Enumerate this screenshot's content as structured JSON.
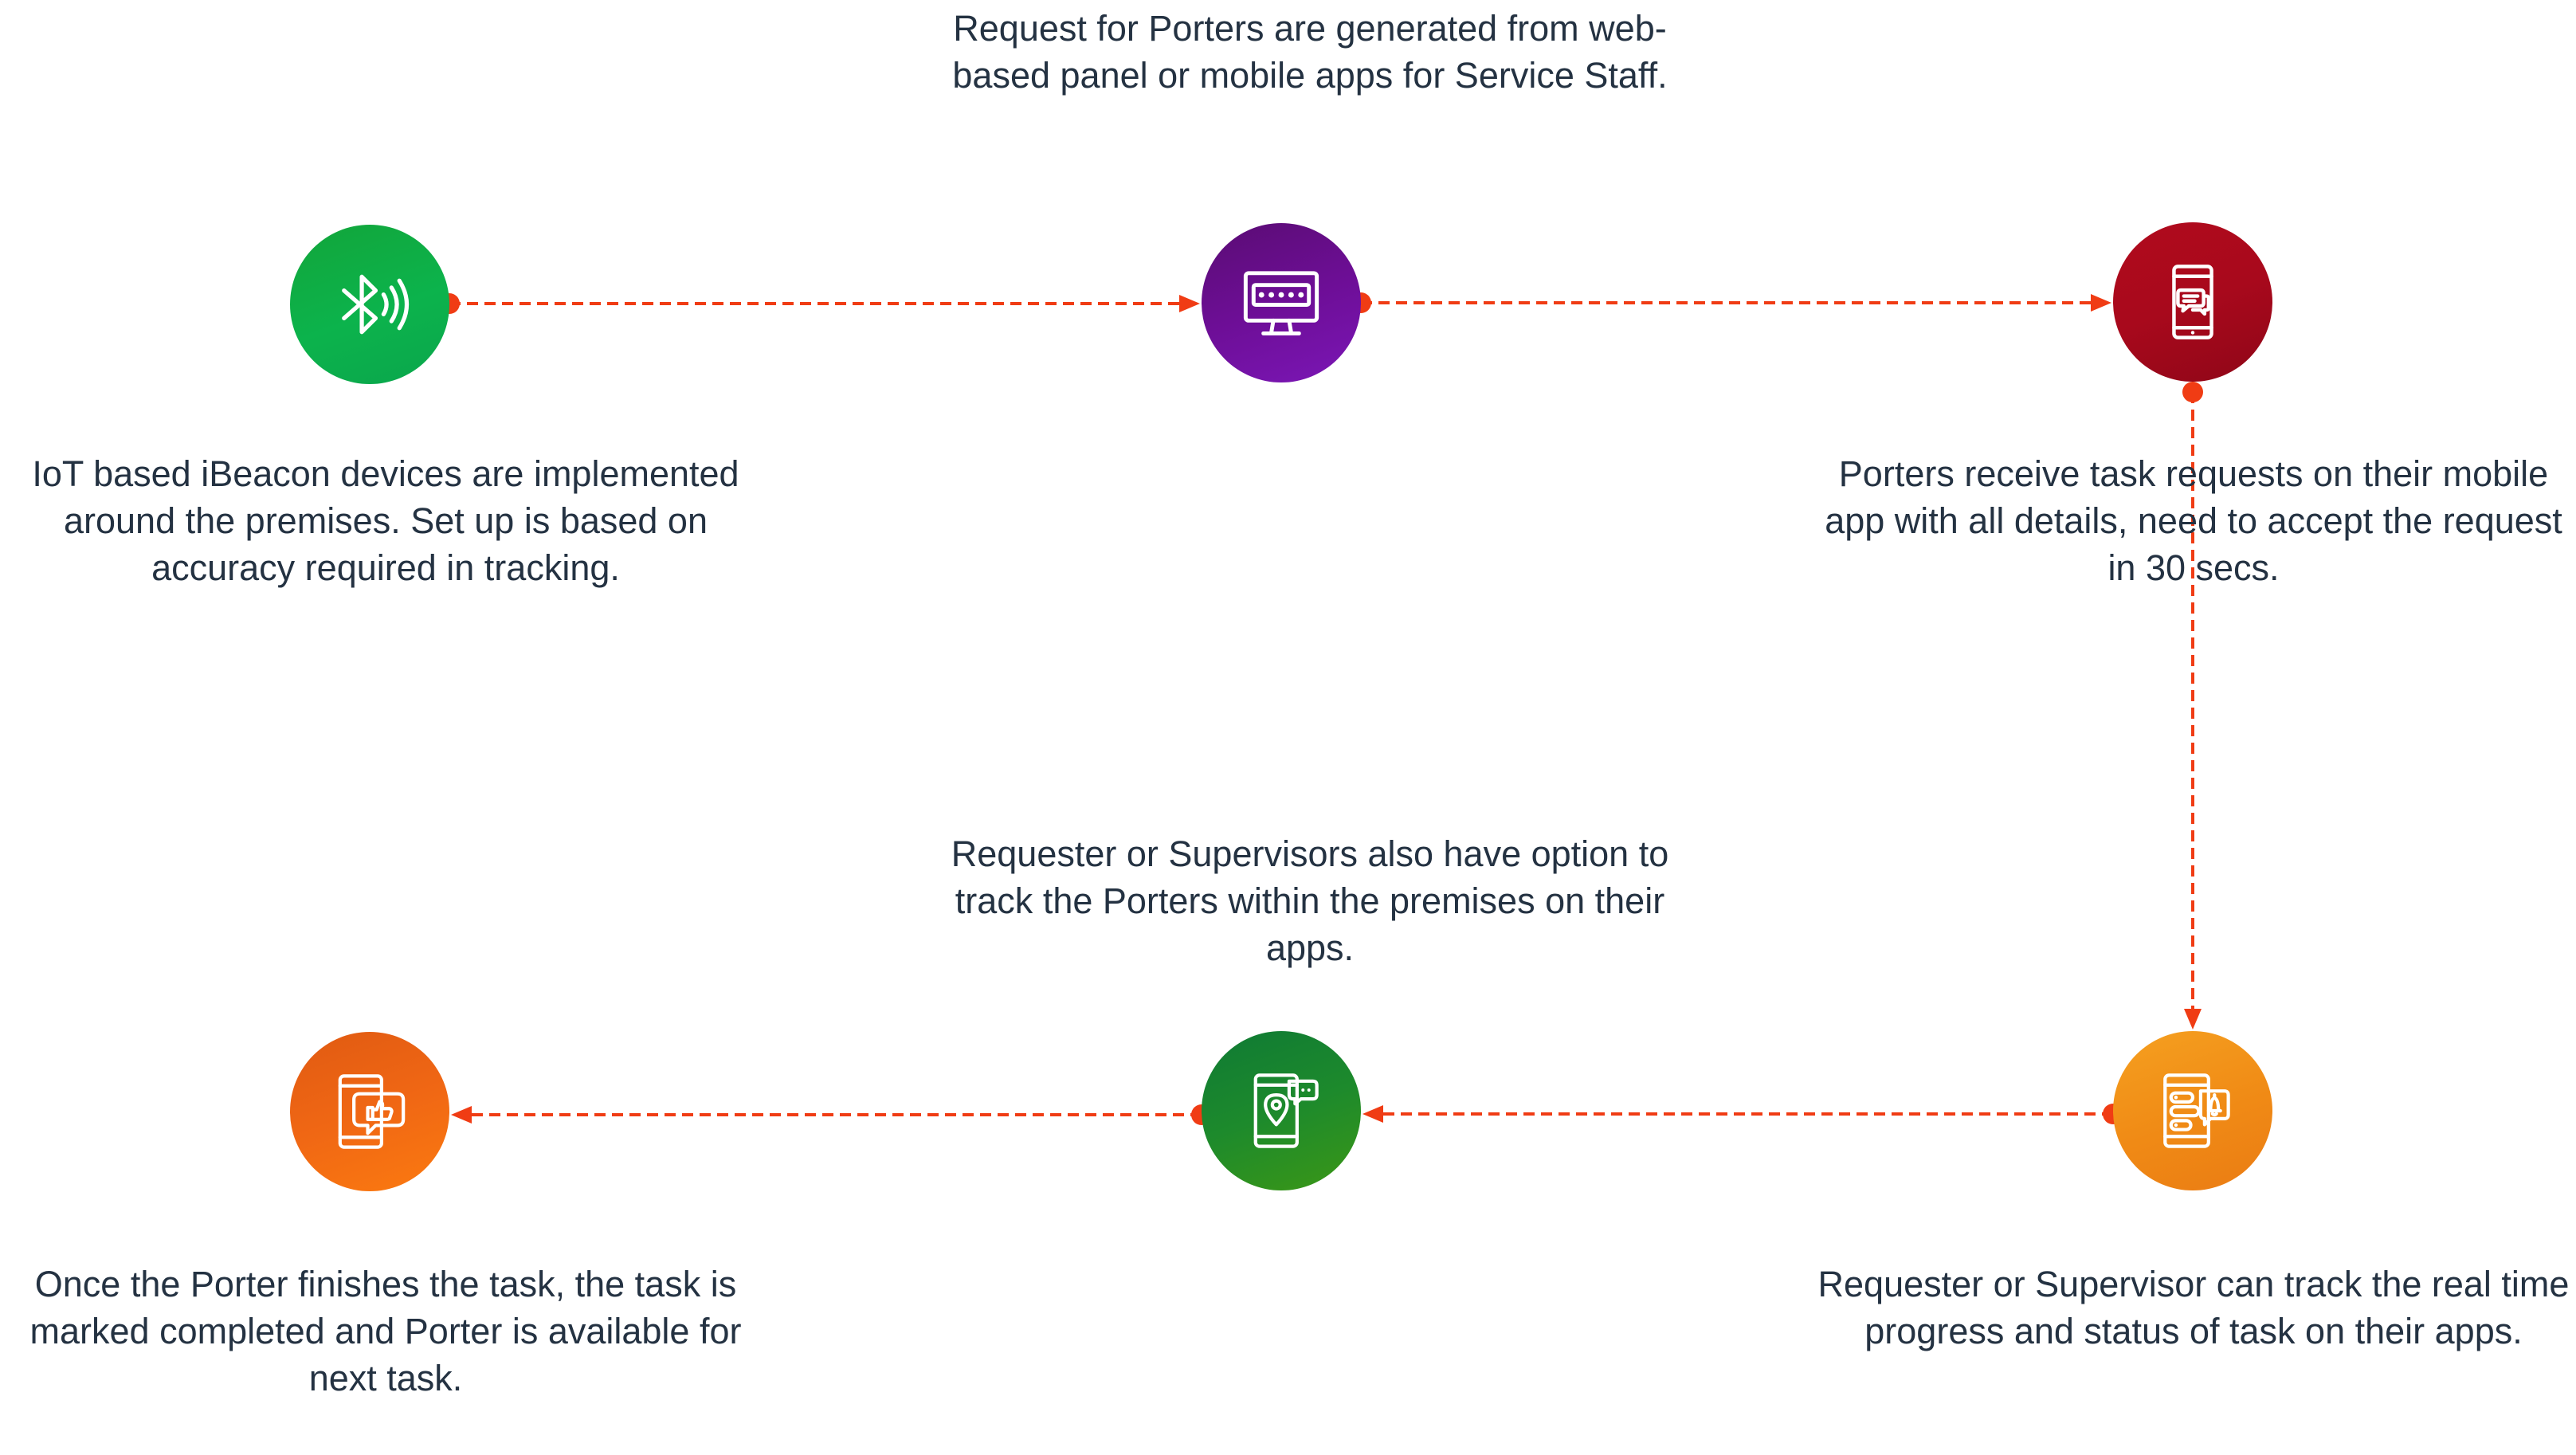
{
  "steps": [
    {
      "icon": "bluetooth-beacon-icon",
      "color": "#0cb34c",
      "caption": "IoT based iBeacon devices are implemented around the premises. Set up is based on accuracy required in tracking."
    },
    {
      "icon": "monitor-password-icon",
      "color": "#6d0e96",
      "caption": "Request for Porters are generated from web-based panel or mobile apps for Service Staff."
    },
    {
      "icon": "smartphone-chat-icon",
      "color": "#a8091c",
      "caption": "Porters receive task requests on their mobile app with all details, need to accept the request in 30 secs."
    },
    {
      "icon": "phone-notification-icon",
      "color": "#f08a15",
      "caption": "Requester or Supervisor can track the real time progress and status of task on their apps."
    },
    {
      "icon": "phone-location-icon",
      "color": "#1d8a2c",
      "caption": "Requester or Supervisors also have option to track the Porters within the premises on their apps."
    },
    {
      "icon": "phone-thumbs-up-icon",
      "color": "#f06714",
      "caption": "Once the Porter finishes the task, the task is marked completed and Porter is available for next task."
    }
  ],
  "connector_color": "#f03c14"
}
